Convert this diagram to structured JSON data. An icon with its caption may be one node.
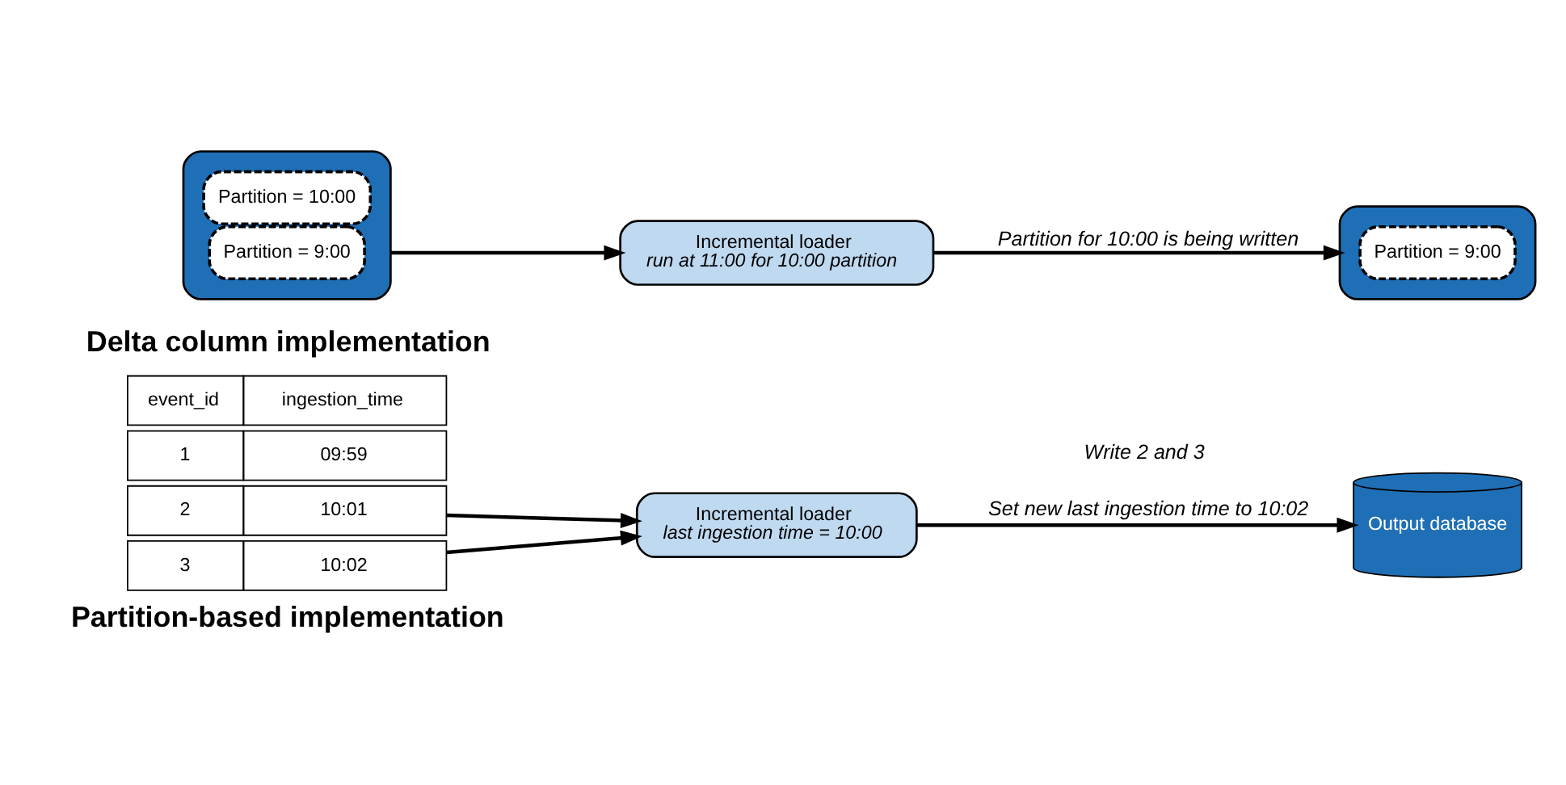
{
  "diagram": {
    "nodes": [
      {
        "text": [
          "event_id",
          "ingestion_time"
        ]
      },
      {
        "text": [
          "1",
          "09:59"
        ]
      },
      {
        "text": [
          "2",
          "10:01"
        ]
      },
      {
        "text": [
          "3",
          "10:02"
        ]
      },
      {
        "text": [
          "Incremental loader",
          "last ingestion time = 10:00"
        ]
      },
      {
        "text": [
          "Output database"
        ]
      },
      {
        "text": [],
        "shape": "cylinder"
      },
      {
        "text": [
          "Partition = 9:00"
        ],
        "in": 6
      },
      {
        "text": [
          "Partition = 10:00"
        ],
        "in": 6
      },
      {
        "text": [
          "Incremental loader",
          "run at 11:00 for 10:00 partition"
        ]
      },
      {
        "text": [],
        "shape": "cylinder"
      },
      {
        "text": [
          "Partition = 9:00"
        ],
        "in": 10
      }
    ],
    "edges": [
      {
        "from": 2,
        "to": 4,
        "arrow": "to"
      },
      {
        "from": 3,
        "to": 4,
        "arrow": "to"
      },
      {
        "from": 4,
        "to": 5,
        "label": "Write 2 and 3",
        "arrow": "to"
      },
      {
        "from": 6,
        "to": 9,
        "arrow": "to"
      },
      {
        "from": 9,
        "to": 10,
        "label": "Partition for 10:00 is being written",
        "arrow": "to"
      }
    ],
    "labels": [
      "Delta column implementation",
      "Set new last ingestion time to 10:02",
      "Partition-based implementation"
    ]
  }
}
